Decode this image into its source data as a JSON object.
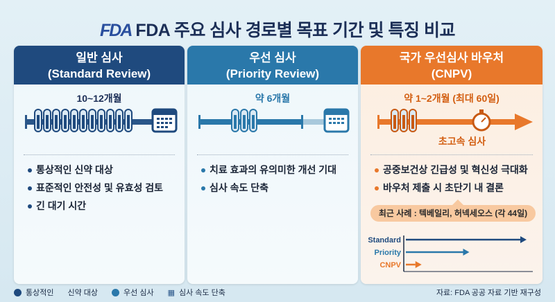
{
  "title": {
    "logo": "FDA",
    "text": "FDA 주요 심사 경로별 목표 기간 및 특징 비교"
  },
  "panels": [
    {
      "name": "일반 심사",
      "sub": "(Standard Review)",
      "duration": "10~12개월",
      "bullets": [
        "통상적인 신약 대상",
        "표준적인 안전성 및 유효성 검토",
        "긴 대기 시간"
      ]
    },
    {
      "name": "우선 심사",
      "sub": "(Priority Review)",
      "duration": "약 6개월",
      "bullets": [
        "치료 효과의 유의미한 개선 기대",
        "심사 속도 단축"
      ]
    },
    {
      "name": "국가 우선심사 바우처",
      "sub": "(CNPV)",
      "duration": "약 1~2개월 (최대 60일)",
      "fast": "초고속 심사",
      "bullets": [
        "공중보건상 긴급성 및 혁신성 극대화",
        "바우처 제출 시 초단기 내 결론"
      ],
      "callout": "최근 사례 : 텍베일리, 허넥세오스 (각 44일)",
      "mini": [
        {
          "label": "Standard",
          "value": 12,
          "color": "#1f4a7e"
        },
        {
          "label": "Priority",
          "value": 6,
          "color": "#2a78aa"
        },
        {
          "label": "CNPV",
          "value": 1,
          "color": "#e8782b"
        }
      ]
    }
  ],
  "legend": [
    "통상적인",
    "신약 대상",
    "우선 심사",
    "심사 속도 단축"
  ],
  "source": "자료: FDA 공공 자료 기반 재구성",
  "colors": {
    "standard": "#1f4a7e",
    "priority": "#2a78aa",
    "cnpv": "#e8782b"
  }
}
